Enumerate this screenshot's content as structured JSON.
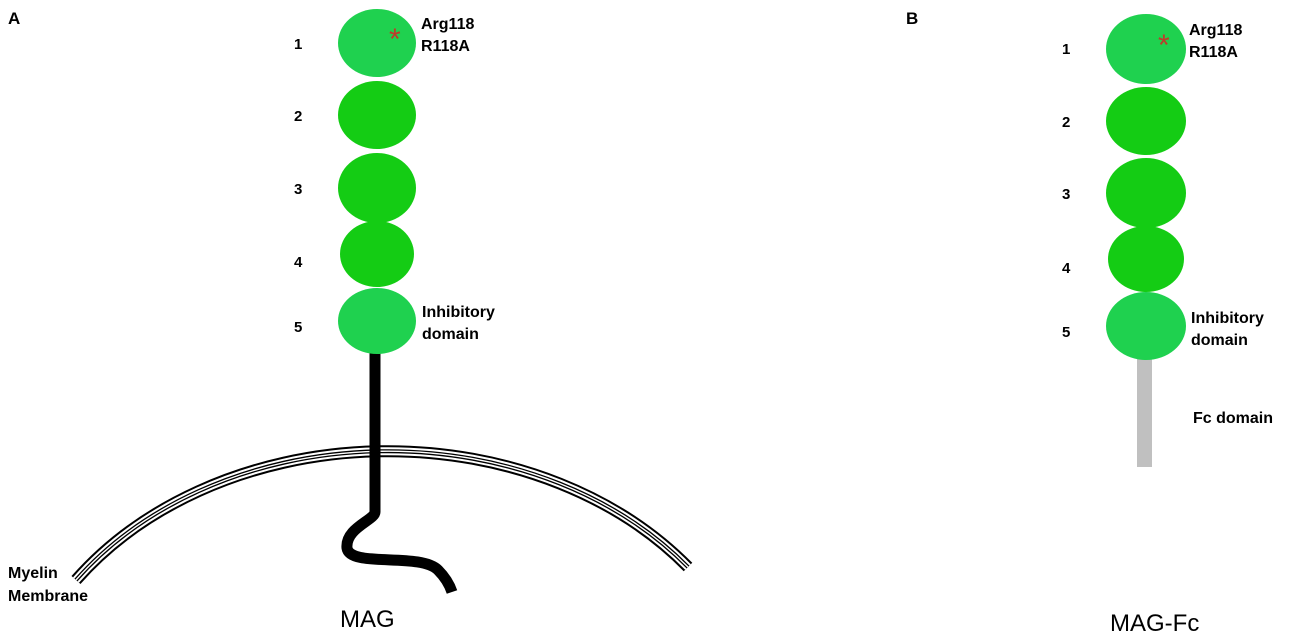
{
  "panel_a": {
    "letter": "A",
    "title": "MAG",
    "site_label_1": "Arg118",
    "site_label_2": "R118A",
    "inhibitory_label_1": "Inhibitory",
    "inhibitory_label_2": "domain",
    "membrane_label_1": "Myelin",
    "membrane_label_2": "Membrane",
    "domain_numbers": [
      "1",
      "2",
      "3",
      "4",
      "5"
    ]
  },
  "panel_b": {
    "letter": "B",
    "title": "MAG-Fc",
    "site_label_1": "Arg118",
    "site_label_2": "R118A",
    "inhibitory_label_1": "Inhibitory",
    "inhibitory_label_2": "domain",
    "fc_label": "Fc domain",
    "domain_numbers": [
      "1",
      "2",
      "3",
      "4",
      "5"
    ]
  },
  "mutation_marker": "*",
  "colors": {
    "domain_light": "#1fd14f",
    "domain_dark": "#14cc14",
    "mutation_marker": "#c0392b",
    "transmembrane": "#000000",
    "fc_stalk": "#c0c0c0",
    "membrane_line": "#000000"
  }
}
